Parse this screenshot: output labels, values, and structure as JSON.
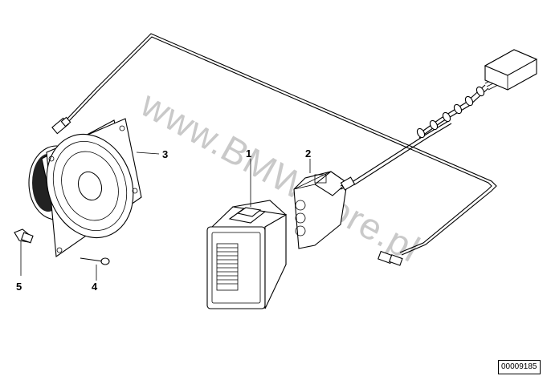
{
  "watermark": "www.BMWstore.pl",
  "callouts": [
    {
      "id": "1",
      "label": "1"
    },
    {
      "id": "2",
      "label": "2"
    },
    {
      "id": "3",
      "label": "3"
    },
    {
      "id": "4",
      "label": "4"
    },
    {
      "id": "5",
      "label": "5"
    }
  ],
  "image_number": "00009185"
}
